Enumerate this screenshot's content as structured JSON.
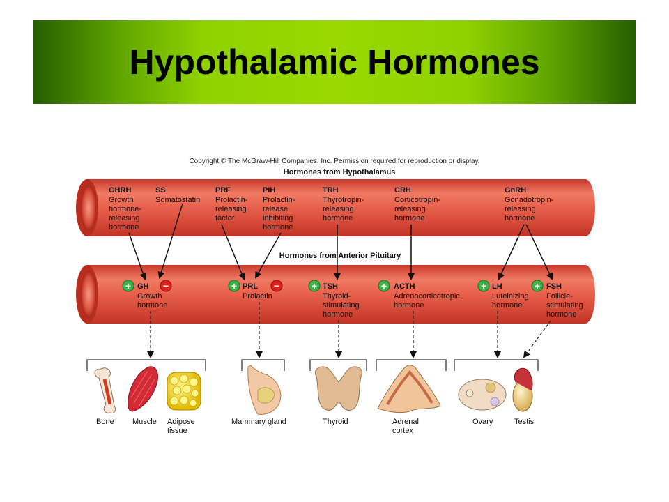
{
  "title": "Hypothalamic Hormones",
  "copyright": "Copyright © The McGraw-Hill Companies, Inc. Permission required for reproduction or display.",
  "section_hypothalamus": "Hormones from Hypothalamus",
  "section_pituitary": "Hormones from Anterior Pituitary",
  "colors": {
    "banner_green": "#9ad800",
    "vessel_red": "#e05a45",
    "stimulate_green": "#3db24a",
    "inhibit_red": "#e0201b"
  },
  "hypothalamic_hormones": [
    {
      "abbr": "GHRH",
      "lines": [
        "Growth",
        "hormone-",
        "releasing",
        "hormone"
      ]
    },
    {
      "abbr": "SS",
      "lines": [
        "Somatostatin"
      ]
    },
    {
      "abbr": "PRF",
      "lines": [
        "Prolactin-",
        "releasing",
        "factor"
      ]
    },
    {
      "abbr": "PIH",
      "lines": [
        "Prolactin-",
        "release",
        "inhibiting",
        "hormone"
      ]
    },
    {
      "abbr": "TRH",
      "lines": [
        "Thyrotropin-",
        "releasing",
        "hormone"
      ]
    },
    {
      "abbr": "CRH",
      "lines": [
        "Corticotropin-",
        "releasing",
        "hormone"
      ]
    },
    {
      "abbr": "GnRH",
      "lines": [
        "Gonadotropin-",
        "releasing",
        "hormone"
      ]
    }
  ],
  "pituitary_hormones": [
    {
      "abbr": "GH",
      "lines": [
        "Growth",
        "hormone"
      ]
    },
    {
      "abbr": "PRL",
      "lines": [
        "Prolactin"
      ]
    },
    {
      "abbr": "TSH",
      "lines": [
        "Thyroid-",
        "stimulating",
        "hormone"
      ]
    },
    {
      "abbr": "ACTH",
      "lines": [
        "Adrenocorticotropic",
        "hormone"
      ]
    },
    {
      "abbr": "LH",
      "lines": [
        "Luteinizing",
        "hormone"
      ]
    },
    {
      "abbr": "FSH",
      "lines": [
        "Follicle-",
        "stimulating",
        "hormone"
      ]
    }
  ],
  "signs": {
    "plus": "+",
    "minus": "−"
  },
  "targets": [
    {
      "lines": [
        "Bone"
      ]
    },
    {
      "lines": [
        "Muscle"
      ]
    },
    {
      "lines": [
        "Adipose",
        "tissue"
      ]
    },
    {
      "lines": [
        "Mammary gland"
      ]
    },
    {
      "lines": [
        "Thyroid"
      ]
    },
    {
      "lines": [
        "Adrenal",
        "cortex"
      ]
    },
    {
      "lines": [
        "Ovary"
      ]
    },
    {
      "lines": [
        "Testis"
      ]
    }
  ]
}
